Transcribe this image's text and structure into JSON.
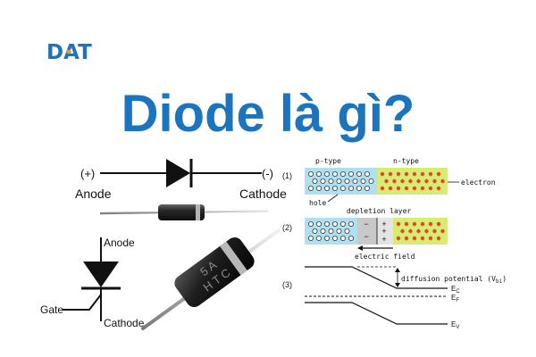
{
  "logo": {
    "text": "DAT"
  },
  "title": "Diode là gì?",
  "symbol": {
    "plus_label": "(+)",
    "minus_label": "(-)",
    "anode_label": "Anode",
    "cathode_label": "Cathode"
  },
  "component": {
    "marking_line1": "5 A",
    "marking_line2": "H T C"
  },
  "thyristor": {
    "anode_label": "Anode",
    "gate_label": "Gate",
    "cathode_label": "Cathode"
  },
  "pn": {
    "step1": "(1)",
    "step2": "(2)",
    "step3": "(3)",
    "p_type_label": "p-type",
    "n_type_label": "n-type",
    "hole_label": "hole",
    "electron_label": "electron",
    "depletion_label": "depletion layer",
    "field_label": "electric field",
    "diffusion_label": "diffusion potential (V",
    "diffusion_sub": "bi",
    "diffusion_end": ")",
    "ec_label": "E",
    "ec_sub": "C",
    "ef_label": "E",
    "ef_sub": "F",
    "ev_label": "E",
    "ev_sub": "V"
  },
  "colors": {
    "brand_blue": "#1c75bc",
    "p_region": "#aee0f2",
    "n_region": "#d6ec72",
    "electron_dot": "#e8432a",
    "depletion": "#c9c9c9"
  }
}
